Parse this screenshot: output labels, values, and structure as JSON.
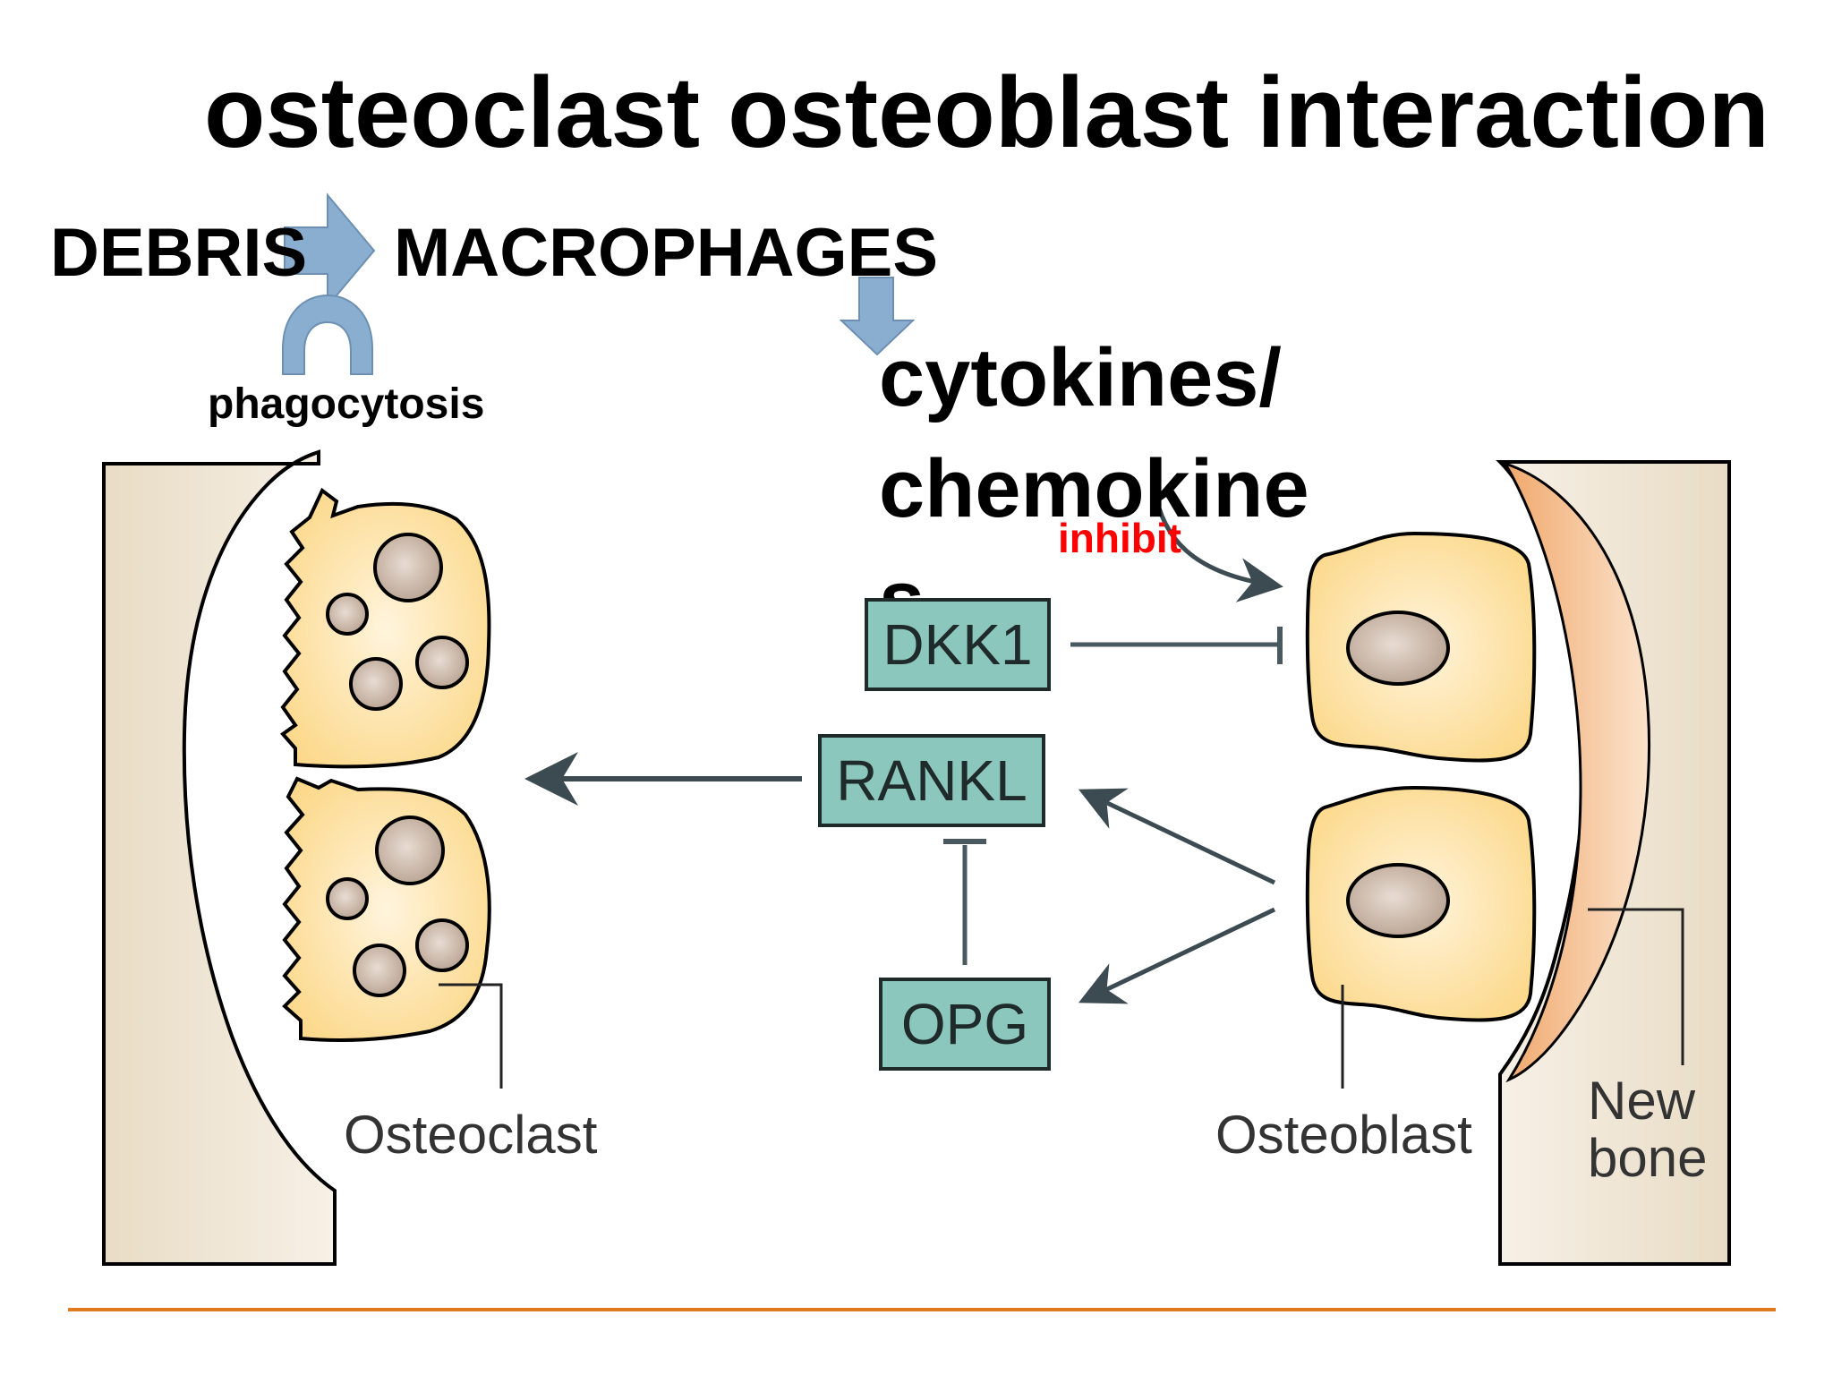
{
  "title": "osteoclast osteoblast interaction",
  "flow": {
    "debris": "DEBRIS",
    "macrophages": "MACROPHAGES",
    "phagocytosis": "phagocytosis",
    "cytokines_line1": "cytokines/",
    "cytokines_line2": "chemokine",
    "cytokines_line3": "s",
    "inhibit": "inhibit"
  },
  "boxes": {
    "dkk1": "DKK1",
    "rankl": "RANKL",
    "opg": "OPG"
  },
  "labels": {
    "osteoclast": "Osteoclast",
    "osteoblast": "Osteoblast",
    "new_bone_line1": "New",
    "new_bone_line2": "bone"
  },
  "colors": {
    "bone": "#efe3cf",
    "cell": "#fcd98c",
    "nucleus": "#c9b5a4",
    "box": "#8cc7bd",
    "flow_arrow": "#8aaed0",
    "new_bone": "#f2b37d",
    "inhibit_text": "#ff0000",
    "footer_line": "#e07b1f"
  }
}
